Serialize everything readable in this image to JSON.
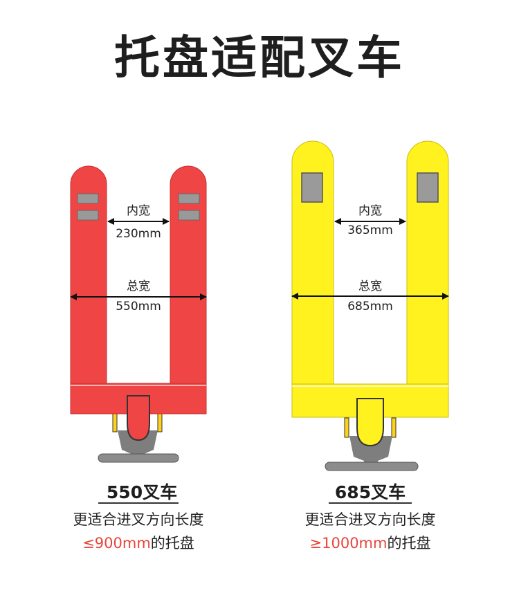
{
  "title": "托盘适配叉车",
  "colors": {
    "red": "#f04545",
    "yellow": "#fff21f",
    "gray": "#8a8a8a",
    "accent": "#e8453c"
  },
  "left": {
    "inner_label": "内宽",
    "inner_value": "230mm",
    "total_label": "总宽",
    "total_value": "550mm",
    "model": "550叉车",
    "desc_line1": "更适合进叉方向长度",
    "desc_hl": "≤900mm",
    "desc_rest": "的托盘"
  },
  "right": {
    "inner_label": "内宽",
    "inner_value": "365mm",
    "total_label": "总宽",
    "total_value": "685mm",
    "model": "685叉车",
    "desc_line1": "更适合进叉方向长度",
    "desc_hl": "≥1000mm",
    "desc_rest": "的托盘"
  }
}
